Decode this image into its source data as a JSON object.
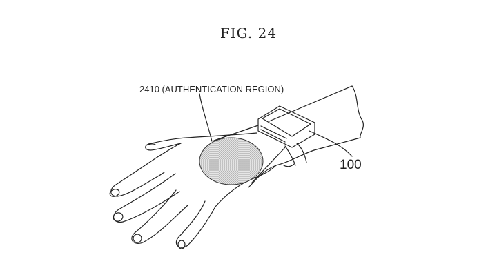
{
  "figure": {
    "title": "FIG. 24"
  },
  "labels": {
    "authentication_region": "2410 (AUTHENTICATION REGION)",
    "device": "100"
  },
  "colors": {
    "line": "#222222",
    "region_fill": "#cfcfcf",
    "background": "#ffffff"
  }
}
